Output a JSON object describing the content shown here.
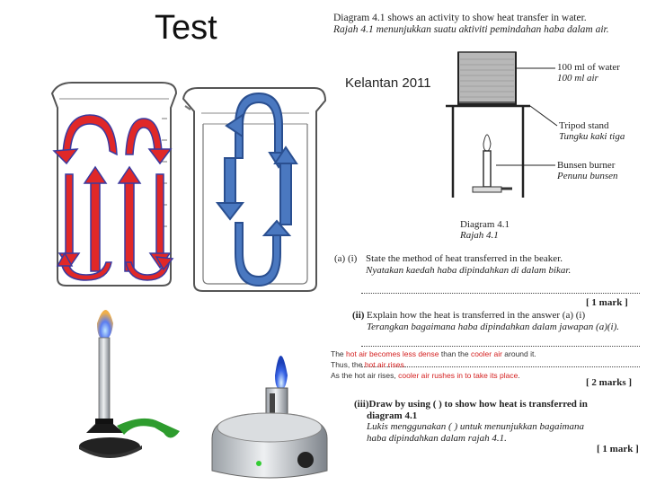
{
  "slide": {
    "title": "Test",
    "subtitle": "Kelantan 2011"
  },
  "question": {
    "intro_en": "Diagram 4.1 shows an activity to show heat transfer in water.",
    "intro_ms": "Rajah 4.1 menunjukkan suatu aktiviti pemindahan haba dalam air.",
    "labels": {
      "water_en": "100 ml of water",
      "water_ms": "100 ml air",
      "tripod_en": "Tripod stand",
      "tripod_ms": "Tungku kaki tiga",
      "burner_en": "Bunsen burner",
      "burner_ms": "Penunu bunsen"
    },
    "diagram_caption_en": "Diagram 4.1",
    "diagram_caption_ms": "Rajah 4.1",
    "part_a_i_number": "(a) (i)",
    "part_a_i_en": "State the method of heat transferred in the beaker.",
    "part_a_i_ms": "Nyatakan kaedah haba dipindahkan di dalam bikar.",
    "part_a_i_marks": "[ 1 mark ]",
    "part_a_ii_number": "(ii)",
    "part_a_ii_en": "Explain how the heat is transferred in the answer (a) (i)",
    "part_a_ii_ms": "Terangkan bagaimana haba dipindahkan dalam jawapan (a)(i).",
    "part_a_ii_marks": "[ 2 marks ]",
    "part_a_iii_line1": "(iii)Draw by using  (          )  to show how heat is transferred in",
    "part_a_iii_line2": "diagram 4.1",
    "part_a_iii_ms1": "Lukis menggunakan (          ) untuk menunjukkan bagaimana",
    "part_a_iii_ms2": "haba dipindahkan dalam rajah 4.1.",
    "part_a_iii_marks": "[ 1 mark ]"
  },
  "answer": {
    "line1_a": "The ",
    "line1_b": "hot air becomes less dense",
    "line1_c": " than the ",
    "line1_d": "cooler air",
    "line1_e": " around it.",
    "line2_a": "Thus, the ",
    "line2_b": "hot air rises",
    "line2_c": ".",
    "line3_a": "As the hot air rises, ",
    "line3_b": "cooler air  rushes in to take its place",
    "line3_c": "."
  },
  "colors": {
    "arrow_red": "#e02828",
    "arrow_blue": "#4a78c0",
    "arrow_blue_outline": "#2a4f90",
    "flame_blue": "#3a5fe0",
    "hose_green": "#2e9c2e"
  }
}
